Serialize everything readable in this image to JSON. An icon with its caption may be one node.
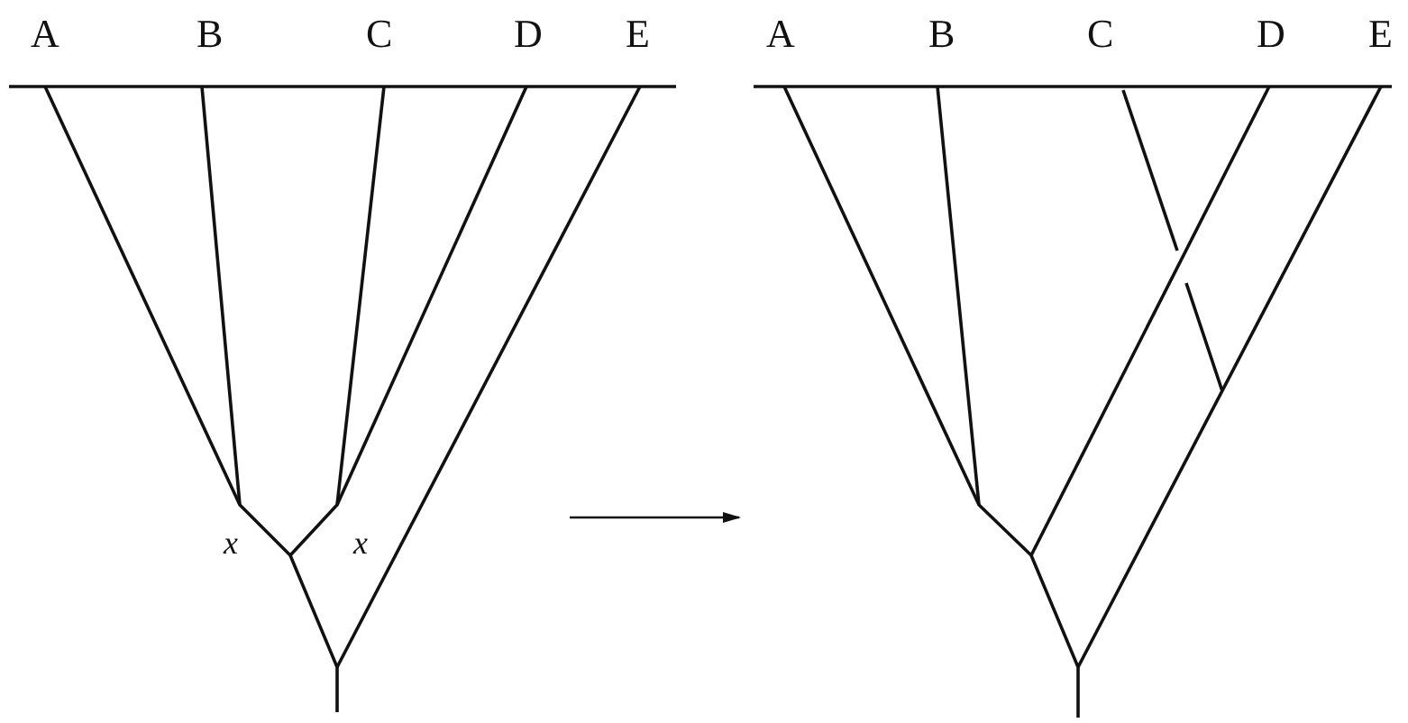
{
  "diagram": {
    "nodes": [
      {
        "text": [],
        "shape": "picture"
      },
      {
        "text": [],
        "shape": "picture"
      }
    ],
    "edges": [
      {
        "from": 0,
        "to": 1,
        "arrow": "to"
      }
    ],
    "labels": [
      "A",
      "B",
      "C",
      "D",
      "E",
      "A",
      "B",
      "C",
      "D",
      "E",
      "x",
      "x"
    ]
  }
}
